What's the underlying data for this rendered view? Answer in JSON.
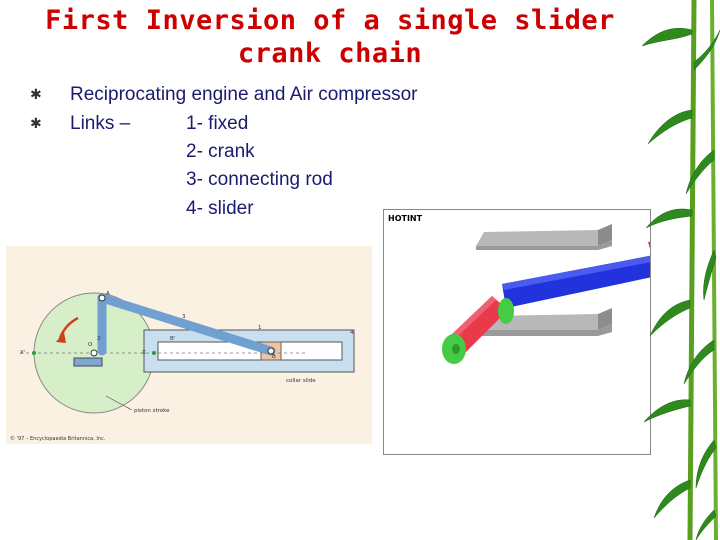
{
  "slide": {
    "title": "First Inversion of a single slider crank chain",
    "bullets": [
      "Reciprocating engine and Air compressor",
      "Links –"
    ],
    "links": [
      "1- fixed",
      "2- crank",
      "3- connecting rod",
      "4- slider"
    ]
  },
  "diagram_labels": {
    "O": "O",
    "A": "A",
    "B": "B",
    "B_prime": "B'",
    "X": "X",
    "X_prime": "X'",
    "one": "1",
    "two": "2",
    "three": "3",
    "four": "4",
    "caption_slider": "collar slide",
    "caption_circle": "piston stroke",
    "copyright": "© '97 – Encyclopaedia Britannica, Inc."
  },
  "animation_panel": {
    "label": "HOTINT"
  },
  "colors": {
    "title": "#cc0000",
    "body_text": "#1a1a6e",
    "crank_link": "#6fa0d0",
    "connecting_rod": "#2233dd",
    "slider_block": "#e83a4a",
    "pin": "#44cc44"
  }
}
